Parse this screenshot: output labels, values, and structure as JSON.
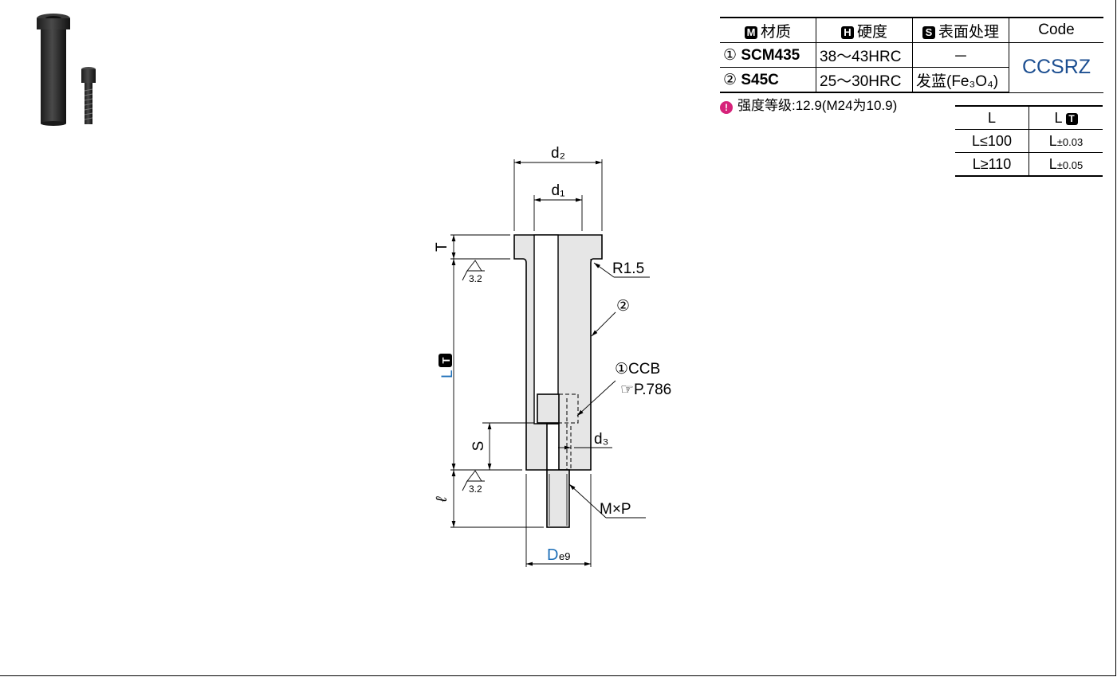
{
  "material_table": {
    "headers": [
      {
        "icon": "M",
        "label": "材质"
      },
      {
        "icon": "H",
        "label": "硬度"
      },
      {
        "icon": "S",
        "label": "表面处理"
      },
      {
        "icon": "",
        "label": "Code"
      }
    ],
    "rows": [
      {
        "num": "①",
        "material": "SCM435",
        "hardness": "38～43HRC",
        "surface": "－"
      },
      {
        "num": "②",
        "material": "S45C",
        "hardness": "25～30HRC",
        "surface": "发蓝(Fe₃O₄)"
      }
    ],
    "code": "CCSRZ",
    "code_color": "#1d4f91"
  },
  "note": {
    "icon": "warning-icon",
    "text": "强度等级:12.9(M24为10.9)",
    "icon_color": "#d6227a"
  },
  "tolerance_table": {
    "headers": [
      "L",
      "L"
    ],
    "header_badge": "T",
    "rows": [
      {
        "range": "L≤100",
        "prefix": "L",
        "tol": "±0.03"
      },
      {
        "range": "L≥110",
        "prefix": "L",
        "tol": "±0.05"
      }
    ]
  },
  "drawing": {
    "labels": {
      "d2": "d₂",
      "d1": "d₁",
      "T": "T",
      "R": "R1.5",
      "part2": "②",
      "LT": "L",
      "LT_badge": "T",
      "ccb": "①CCB",
      "ref": "☞P.786",
      "d3": "d₃",
      "S": "S",
      "ell": "ℓ",
      "MP": "M×P",
      "De9": "D",
      "De9_sub": "e9",
      "rough1": "3.2",
      "rough2": "3.2"
    },
    "blue": "#1d6fb8"
  }
}
